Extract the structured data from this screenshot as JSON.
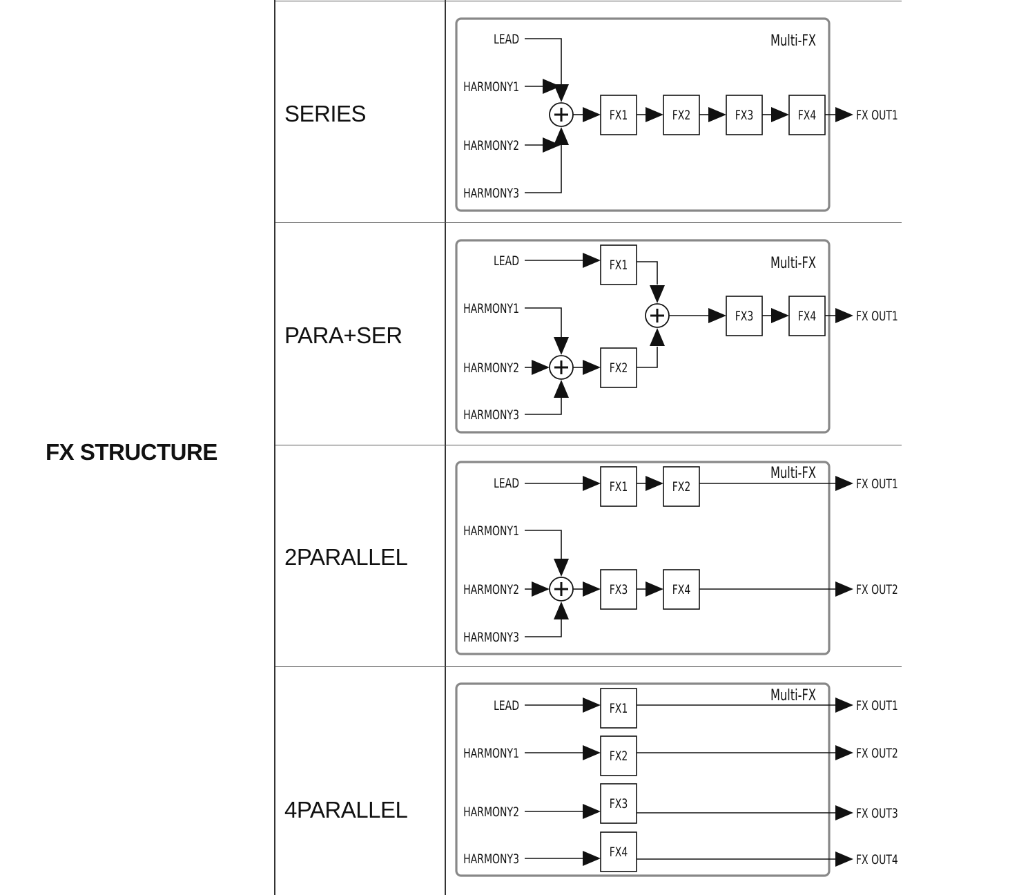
{
  "parameter": "FX STRUCTURE",
  "box_label": "Multi-FX",
  "structures": [
    {
      "mode": "SERIES",
      "inputs": [
        "LEAD",
        "HARMONY1",
        "HARMONY2",
        "HARMONY3"
      ],
      "effects": [
        "FX1",
        "FX2",
        "FX3",
        "FX4"
      ],
      "outputs": [
        "FX OUT1"
      ]
    },
    {
      "mode": "PARA+SER",
      "inputs": [
        "LEAD",
        "HARMONY1",
        "HARMONY2",
        "HARMONY3"
      ],
      "effects": [
        "FX1",
        "FX2",
        "FX3",
        "FX4"
      ],
      "outputs": [
        "FX OUT1"
      ]
    },
    {
      "mode": "2PARALLEL",
      "inputs": [
        "LEAD",
        "HARMONY1",
        "HARMONY2",
        "HARMONY3"
      ],
      "effects": [
        "FX1",
        "FX2",
        "FX3",
        "FX4"
      ],
      "outputs": [
        "FX OUT1",
        "FX OUT2"
      ]
    },
    {
      "mode": "4PARALLEL",
      "inputs": [
        "LEAD",
        "HARMONY1",
        "HARMONY2",
        "HARMONY3"
      ],
      "effects": [
        "FX1",
        "FX2",
        "FX3",
        "FX4"
      ],
      "outputs": [
        "FX OUT1",
        "FX OUT2",
        "FX OUT3",
        "FX OUT4"
      ]
    }
  ]
}
